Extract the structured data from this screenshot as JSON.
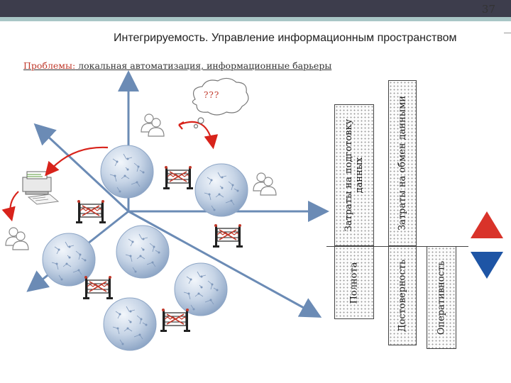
{
  "slide": {
    "number": "37",
    "title": "Интегрируемость. Управление информационным пространством",
    "subtitle_label": "Проблемы:",
    "subtitle_text": " локальная автоматизация, информационные барьеры"
  },
  "diagram": {
    "thought_bubble": "???",
    "bars": {
      "prep_top": [
        "Затраты на подготовку",
        "данных"
      ],
      "exchange_top": "Затраты на обмен данными",
      "completeness": "Полнота",
      "reliability": "Достоверность",
      "efficiency": "Оперативность"
    },
    "colors": {
      "increase_arrow": "#d9332a",
      "decrease_arrow": "#1e55a5",
      "sphere": "#b8c9de",
      "axis": "#6b8bb5",
      "curve": "#d8231b"
    }
  }
}
